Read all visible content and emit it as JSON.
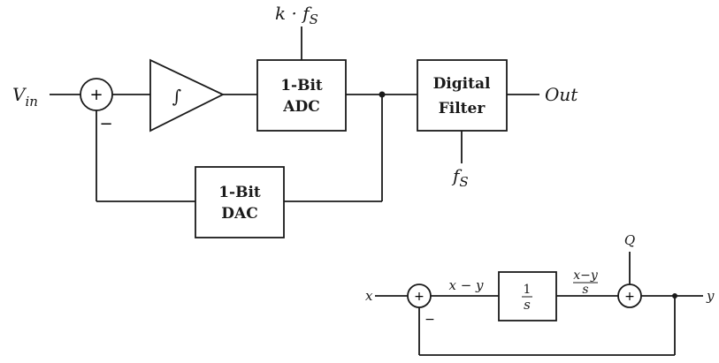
{
  "top_diagram": {
    "input_label": "V",
    "input_subscript": "in",
    "sum_plus": "+",
    "sum_minus": "−",
    "integrator_symbol": "∫",
    "adc_line1": "1-Bit",
    "adc_line2": "ADC",
    "adc_clock_prefix": "k · f",
    "adc_clock_subscript": "S",
    "filter_line1": "Digital",
    "filter_line2": "Filter",
    "filter_clock": "f",
    "filter_clock_subscript": "S",
    "output_label": "Out",
    "dac_line1": "1-Bit",
    "dac_line2": "DAC"
  },
  "bottom_diagram": {
    "input_label": "x",
    "sum1_plus": "+",
    "sum1_minus": "−",
    "error_label": "x − y",
    "block_numerator": "1",
    "block_denominator": "s",
    "integrated_numerator": "x−y",
    "integrated_denominator": "s",
    "noise_label": "Q",
    "sum2_plus": "+",
    "output_label": "y"
  }
}
